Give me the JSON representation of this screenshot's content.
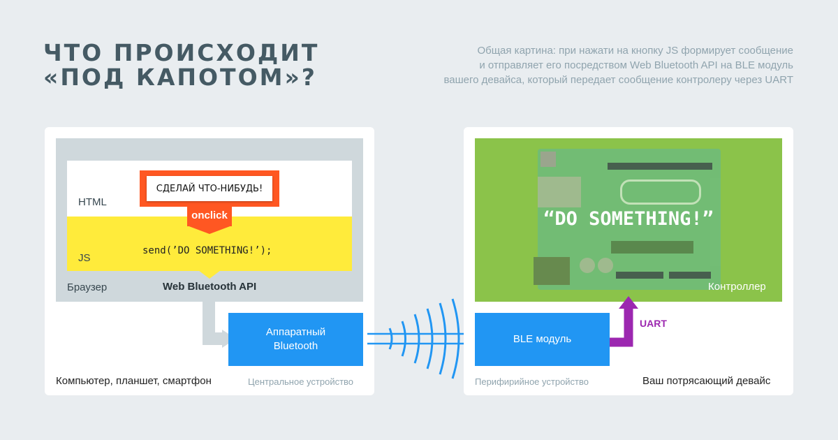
{
  "title": {
    "line1": "ЧТО ПРОИСХОДИТ",
    "line2": "«ПОД КАПОТОМ»?"
  },
  "subtitle": {
    "line1": "Общая картина: при нажати на кнопку JS формирует сообщение",
    "line2": "и отправляет его посредством Web Bluetooth API на BLE модуль",
    "line3": "вашего девайса, который передает сообщение контролеру через UART"
  },
  "left": {
    "html_label": "HTML",
    "button_label": "СДЕЛАЙ ЧТО-НИБУДЬ!",
    "onclick_label": "onclick",
    "js_label": "JS",
    "code": "send(’DO SOMETHING!’);",
    "browser_label": "Браузер",
    "api_label": "Web Bluetooth API",
    "hw_line1": "Аппаратный",
    "hw_line2": "Bluetooth",
    "device_caption": "Компьютер, планшет, смартфон",
    "role_caption": "Центральное устройство"
  },
  "right": {
    "message": "“DO SOMETHING!”",
    "controller_label": "Контроллер",
    "uart_label": "UART",
    "ble_label": "BLE модуль",
    "role_caption": "Перифирийное устройство",
    "device_caption": "Ваш потрясающий девайс"
  },
  "colors": {
    "accent": "#ff5722",
    "blue": "#2196f3",
    "green": "#8bc34a",
    "yellow": "#ffeb3b",
    "purple": "#9c27b0",
    "gray": "#cfd8dc"
  }
}
